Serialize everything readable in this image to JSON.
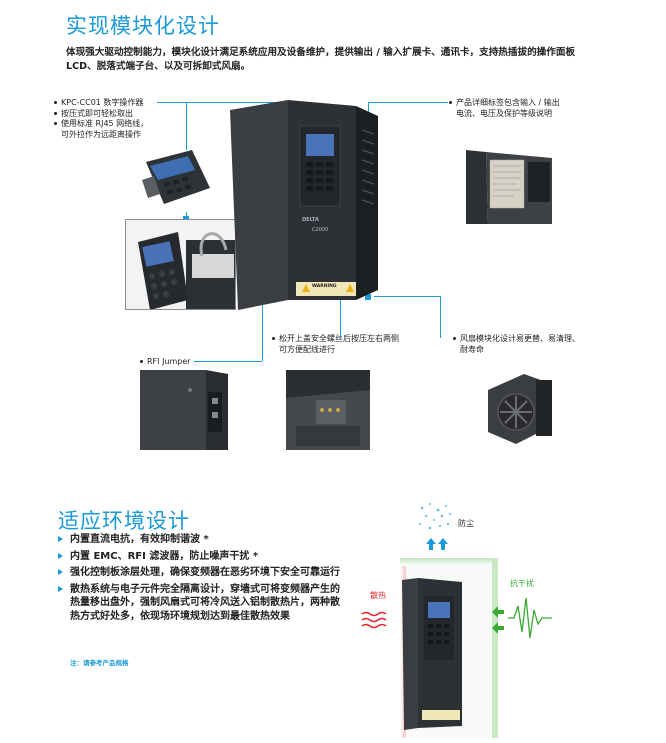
{
  "section1": {
    "title": "实现模块化设计",
    "intro": "体现强大驱动控制能力，模块化设计满足系统应用及设备维护，提供输出 / 输入扩展卡、通讯卡，支持热插拔的操作面板 LCD、脱落式端子台、以及可拆卸式风扇。"
  },
  "callouts": {
    "keypad": [
      "KPC-CC01 数字操作器",
      "按压式即可轻松取出",
      "使用标准 RJ45 网络线，",
      "可外拉作为远距离操作"
    ],
    "label": [
      "产品详细标签包含输入 / 输出",
      "电流、电压及保护等级说明"
    ],
    "rfi": [
      "RFI Jumper"
    ],
    "cover": [
      "松开上盖安全螺丝后按压左右两侧",
      "可方便配线进行"
    ],
    "fan": [
      "风扇模块化设计易更替、易清理、",
      "耐寿命"
    ]
  },
  "drive": {
    "brand": "DELTA",
    "model": "C2000",
    "warning": "WARNING"
  },
  "section2": {
    "title": "适应环境设计",
    "items": [
      "内置直流电抗，有效抑制谐波 *",
      "内置 EMC、RFI 滤波器，防止噪声干扰 *",
      "强化控制板涂层处理，确保变频器在恶劣环境下安全可靠运行",
      "散热系统与电子元件完全隔离设计，穿墙式可将变频器产生的热量移出盘外，强制风扇式可将冷风送入铝制散热片，两种散热方式好处多，依现场环境规划达到最佳散热效果"
    ],
    "note": "注：请参考产品规格",
    "diagram_labels": {
      "dust": "防尘",
      "heat": "散热",
      "interference": "抗干扰"
    }
  },
  "colors": {
    "accent": "#1a9ad6",
    "heat": "#e8262f",
    "emc": "#3aaa35"
  }
}
